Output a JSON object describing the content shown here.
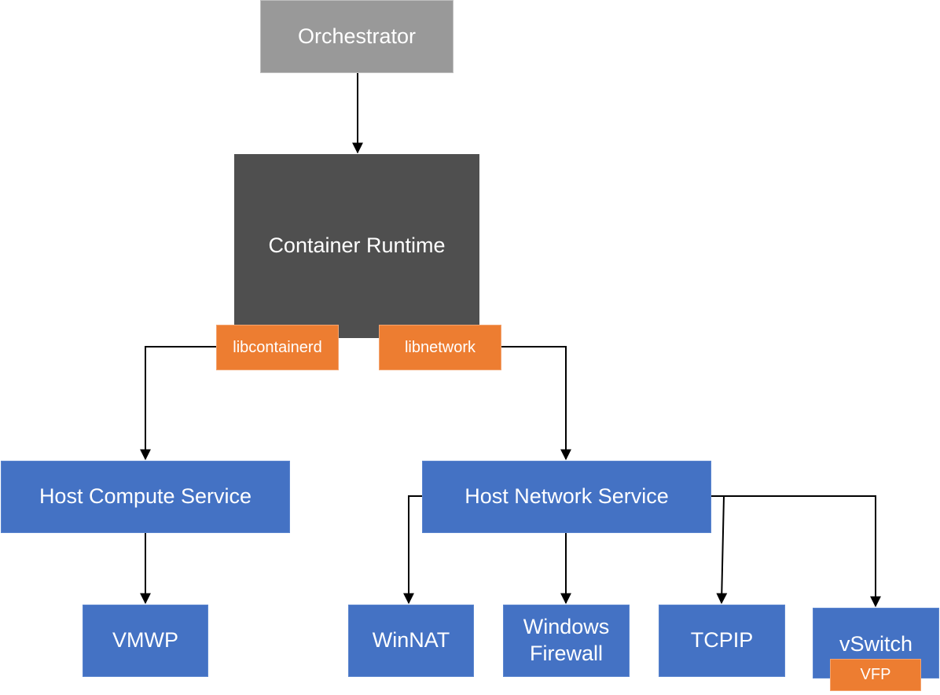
{
  "nodes": {
    "orchestrator": "Orchestrator",
    "container_runtime": "Container Runtime",
    "libcontainerd": "libcontainerd",
    "libnetwork": "libnetwork",
    "host_compute_service": "Host Compute Service",
    "host_network_service": "Host Network Service",
    "vmwp": "VMWP",
    "winnat": "WinNAT",
    "windows_firewall": "Windows\nFirewall",
    "tcpip": "TCPIP",
    "vswitch": "vSwitch",
    "vfp": "VFP"
  },
  "colors": {
    "orchestrator": "#999999",
    "container_runtime": "#4f4f4f",
    "component": "#4472c4",
    "library": "#ed7d31",
    "connector": "#000000"
  }
}
